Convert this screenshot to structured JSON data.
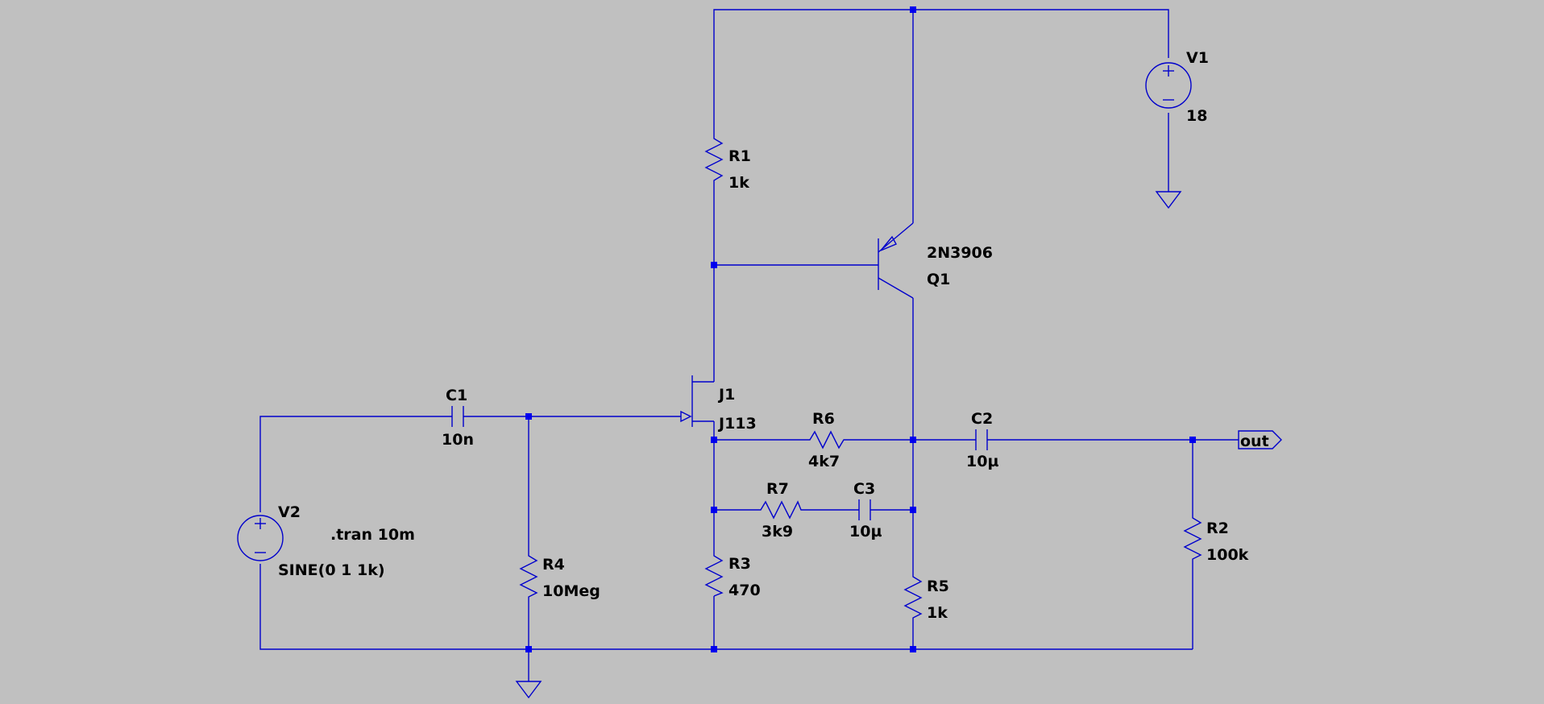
{
  "components": {
    "v1": {
      "name": "V1",
      "value": "18"
    },
    "v2": {
      "name": "V2",
      "value": "SINE(0 1 1k)"
    },
    "r1": {
      "name": "R1",
      "value": "1k"
    },
    "r2": {
      "name": "R2",
      "value": "100k"
    },
    "r3": {
      "name": "R3",
      "value": "470"
    },
    "r4": {
      "name": "R4",
      "value": "10Meg"
    },
    "r5": {
      "name": "R5",
      "value": "1k"
    },
    "r6": {
      "name": "R6",
      "value": "4k7"
    },
    "r7": {
      "name": "R7",
      "value": "3k9"
    },
    "c1": {
      "name": "C1",
      "value": "10n"
    },
    "c2": {
      "name": "C2",
      "value": "10µ"
    },
    "c3": {
      "name": "C3",
      "value": "10µ"
    },
    "q1": {
      "name": "Q1",
      "value": "2N3906"
    },
    "j1": {
      "name": "J1",
      "value": "J113"
    }
  },
  "directive": ".tran 10m",
  "net_label": "out",
  "colors": {
    "background": "#c0c0c0",
    "wire": "#0000cc",
    "junction": "#0000ee",
    "text": "#000000"
  }
}
